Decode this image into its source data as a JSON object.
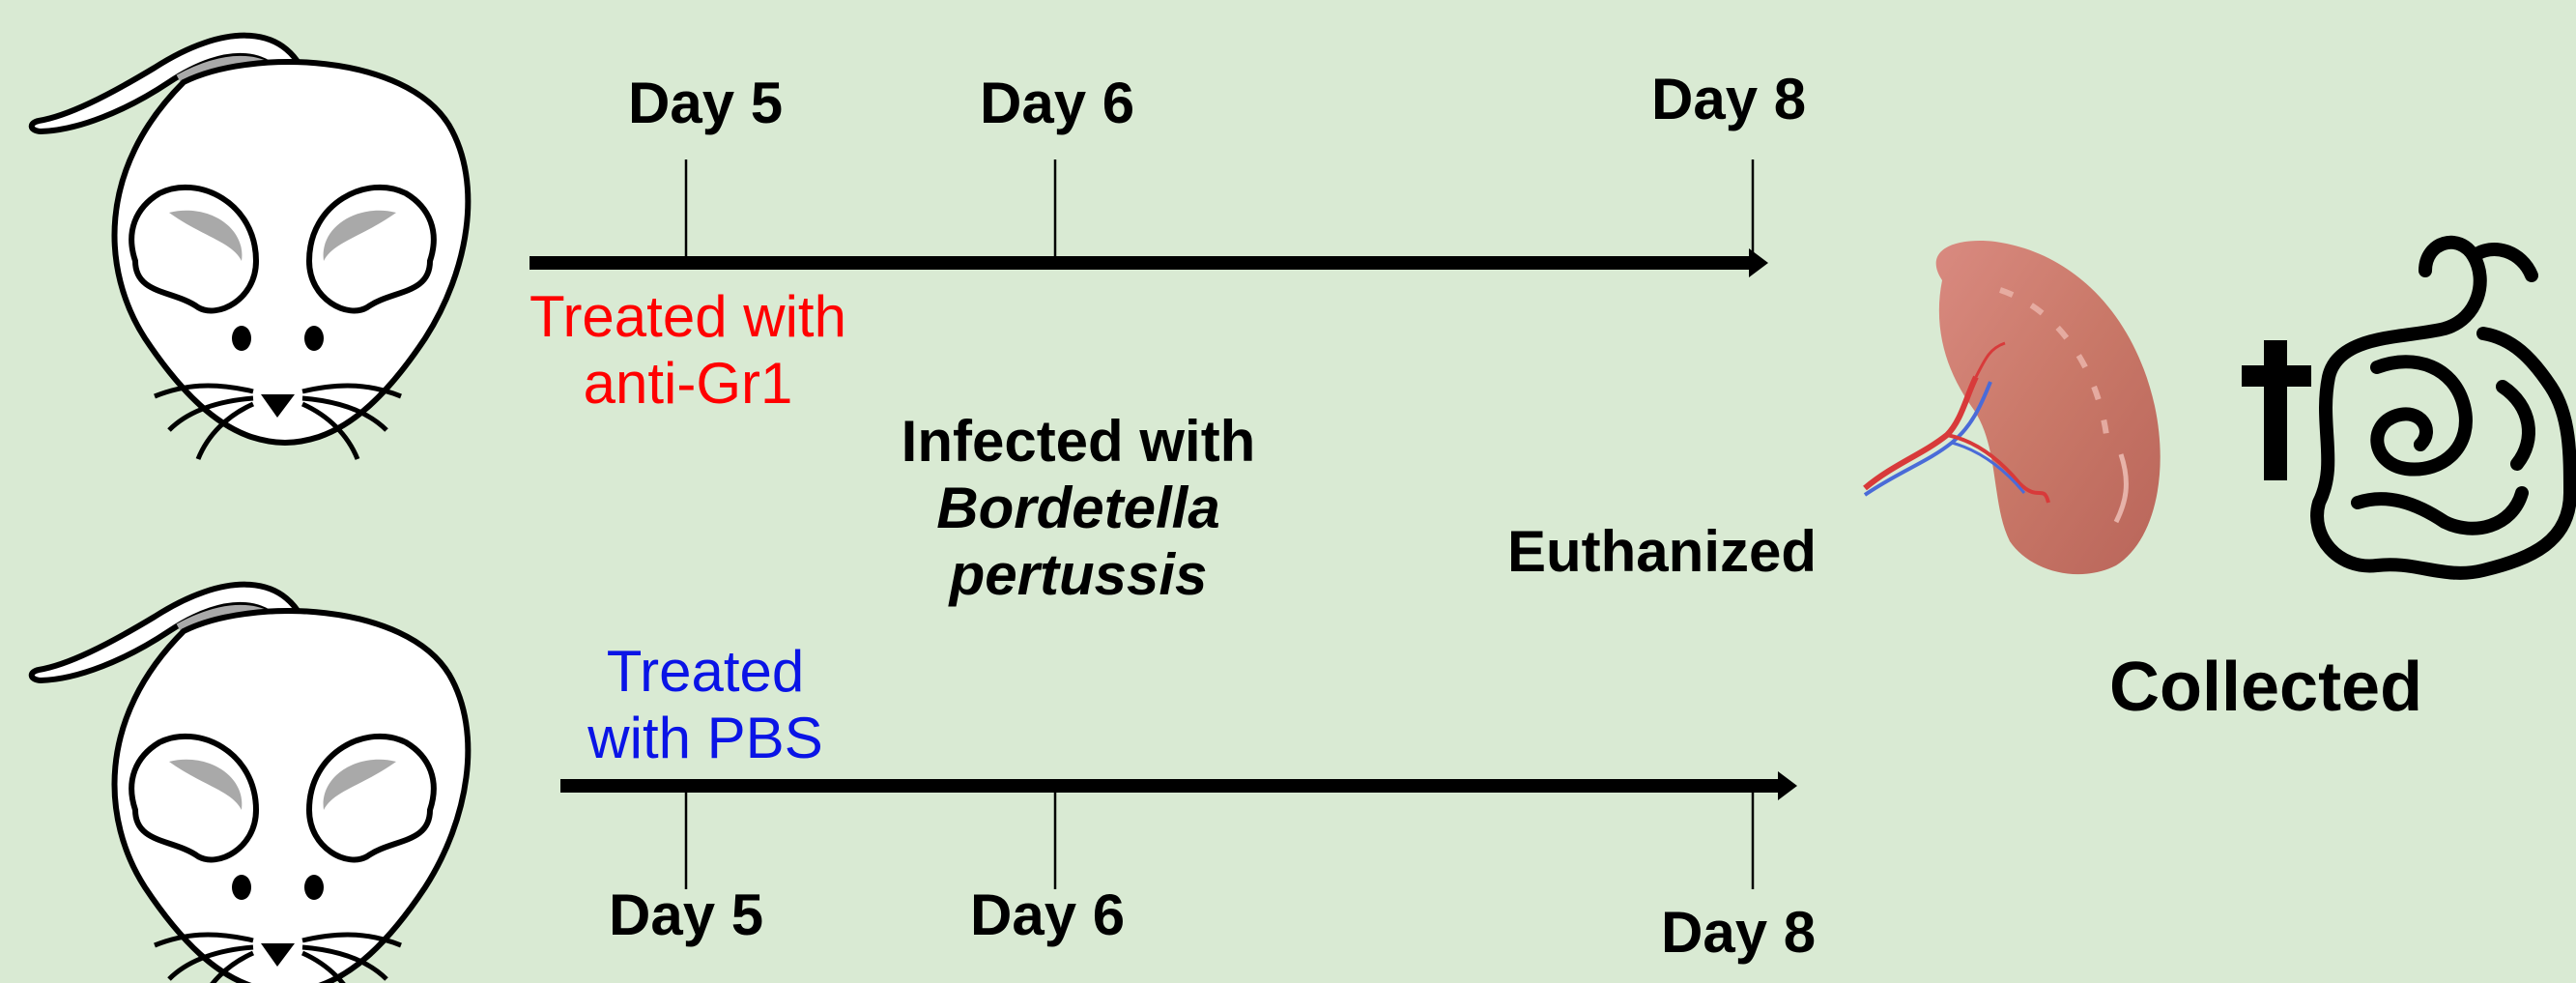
{
  "timeline_top": {
    "days": [
      "Day 5",
      "Day 6",
      "Day 8"
    ],
    "treatment": {
      "line1": "Treated with",
      "line2": "anti-Gr1",
      "color": "#ff0000"
    }
  },
  "timeline_bottom": {
    "days": [
      "Day 5",
      "Day 6",
      "Day 8"
    ],
    "treatment": {
      "line1": "Treated",
      "line2": "with PBS",
      "color": "#0a14e6"
    }
  },
  "infection": {
    "line1": "Infected with",
    "line2": "Bordetella",
    "line3": "pertussis"
  },
  "endpoint": "Euthanized",
  "collected": "Collected",
  "colors": {
    "background": "#d9ead3",
    "arrow": "#000000"
  },
  "icons": [
    "mouse-icon",
    "spleen-icon",
    "plus-icon",
    "intestine-icon"
  ]
}
